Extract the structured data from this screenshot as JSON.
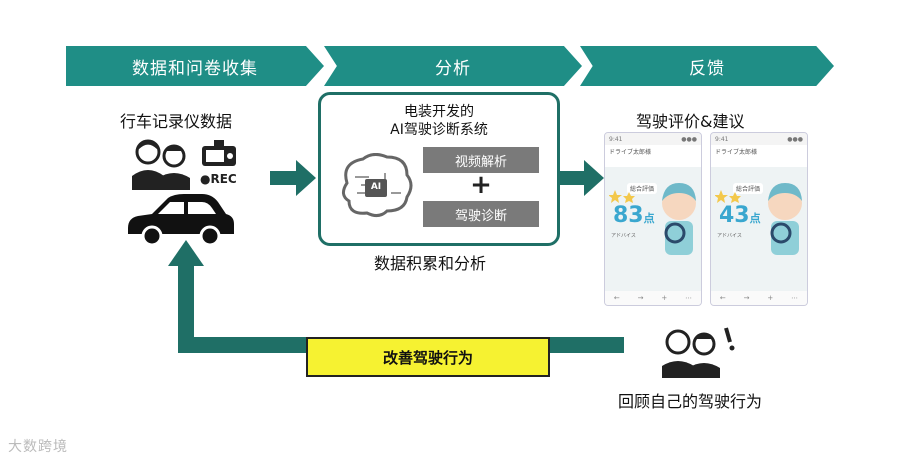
{
  "stages": {
    "collect": "数据和问卷收集",
    "analyze": "分析",
    "feedback": "反馈"
  },
  "left": {
    "title": "行车记录仪数据",
    "rec": "●REC"
  },
  "center": {
    "system_title_line1": "电装开发的",
    "system_title_line2": "AI驾驶诊断系统",
    "ai_chip": "AI",
    "btn_video": "视频解析",
    "plus": "+",
    "btn_diagnosis": "驾驶诊断",
    "caption": "数据积累和分析"
  },
  "right": {
    "title": "驾驶评价&建议",
    "phone1": {
      "name": "ドライブ太郎様",
      "tag": "総合評価",
      "score": "83",
      "unit": "点",
      "advice": "アドバイス"
    },
    "phone2": {
      "name": "ドライブ太郎様",
      "tag": "総合評価",
      "score": "43",
      "unit": "点",
      "advice": "アドバイス"
    },
    "review": "回顾自己的驾驶行为"
  },
  "improve": "改善驾驶行为",
  "watermark": "大数跨境",
  "colors": {
    "teal": "#1f8e86",
    "dark_teal": "#1f6f66",
    "yellow": "#f6f231"
  }
}
